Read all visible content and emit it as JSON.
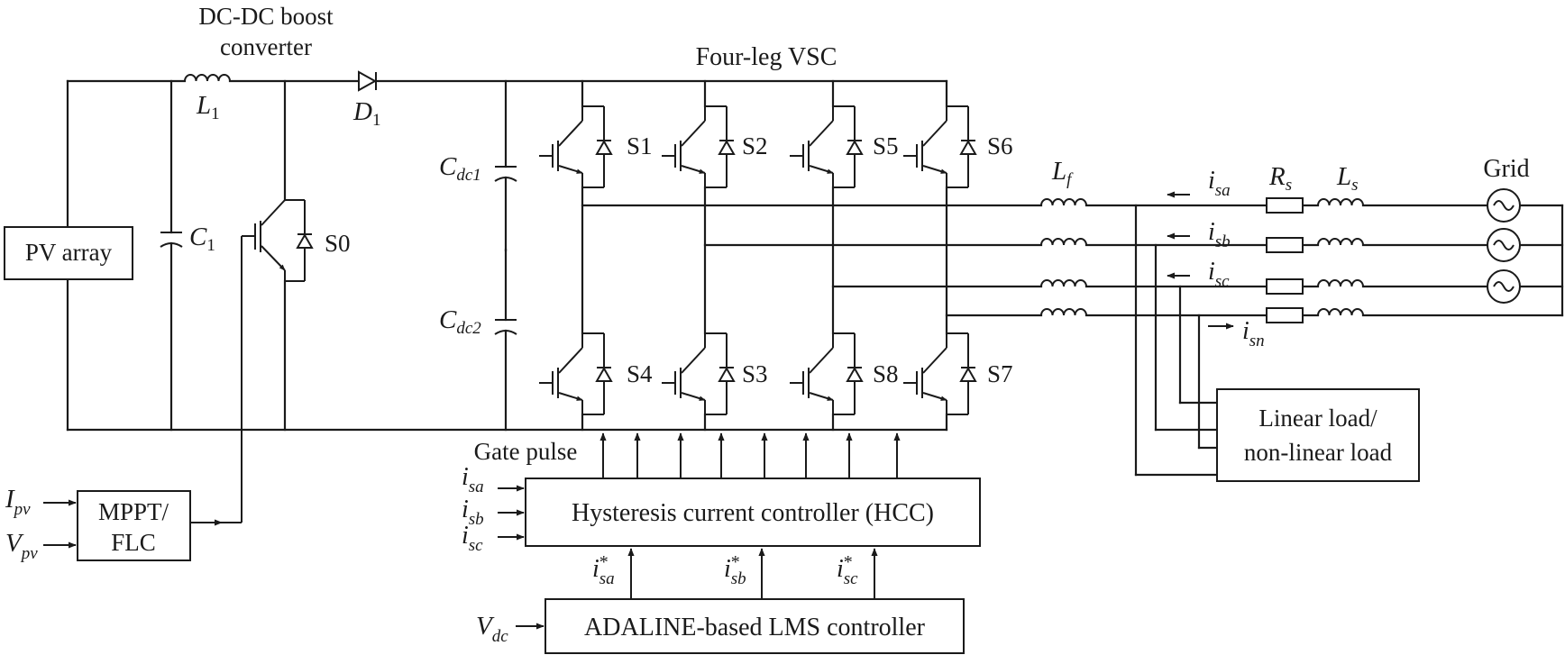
{
  "labels": {
    "title_dcdc_line1": "DC-DC boost",
    "title_dcdc_line2": "converter",
    "title_vsc": "Four-leg VSC",
    "grid": "Grid",
    "pv_array": "PV array",
    "mppt_line1": "MPPT/",
    "mppt_line2": "FLC",
    "hcc": "Hysteresis current controller (HCC)",
    "lms": "ADALINE-based LMS controller",
    "load_line1": "Linear load/",
    "load_line2": "non-linear load",
    "gate_pulse": "Gate pulse",
    "s0": "S0",
    "s1": "S1",
    "s2": "S2",
    "s5": "S5",
    "s6": "S6",
    "s4": "S4",
    "s3": "S3",
    "s8": "S8",
    "s7": "S7"
  },
  "symbols": {
    "L": "L",
    "L1_sub": "1",
    "D": "D",
    "D1_sub": "1",
    "C": "C",
    "C1_sub": "1",
    "Cdc1_sub": "dc1",
    "Cdc2_sub": "dc2",
    "Lf_sub": "f",
    "R": "R",
    "Rs_sub": "s",
    "Ls_sub": "s",
    "i": "i",
    "sa": "sa",
    "sb": "sb",
    "sc": "sc",
    "sn": "sn",
    "star": "*",
    "I": "I",
    "V": "V",
    "pv": "pv",
    "dc": "dc"
  },
  "icons": [
    "igbt-icon",
    "diode-icon",
    "inductor-icon",
    "capacitor-icon",
    "resistor-icon",
    "ac-source-icon",
    "arrow-icon"
  ]
}
